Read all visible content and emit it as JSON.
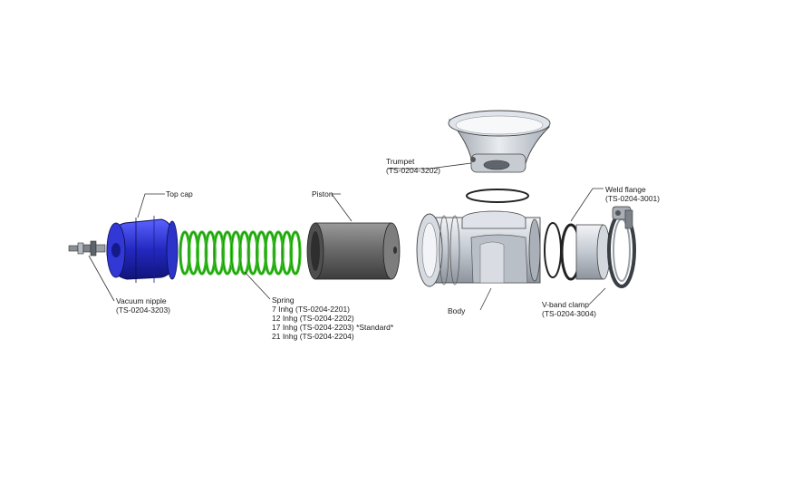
{
  "labels": {
    "top_cap": {
      "name": "Top cap"
    },
    "vacuum_nipple": {
      "name": "Vacuum nipple",
      "part": "(TS-0204-3203)"
    },
    "spring": {
      "name": "Spring",
      "options": [
        "7 Inhg (TS-0204-2201)",
        "12 Inhg (TS-0204-2202)",
        "17 Inhg (TS-0204-2203) *Standard*",
        "21 Inhg (TS-0204-2204)"
      ]
    },
    "piston": {
      "name": "Piston"
    },
    "trumpet": {
      "name": "Trumpet",
      "part": "(TS-0204-3202)"
    },
    "body": {
      "name": "Body"
    },
    "weld_flange": {
      "name": "Weld flange",
      "part": "(TS-0204-3001)"
    },
    "vband_clamp": {
      "name": "V-band clamp",
      "part": "(TS-0204-3004)"
    }
  },
  "colors": {
    "top_cap": "#2a2fc8",
    "spring": "#35c21f",
    "piston": "#6b6b6b",
    "metal": "#c9cfd6",
    "leader": "#333333"
  }
}
